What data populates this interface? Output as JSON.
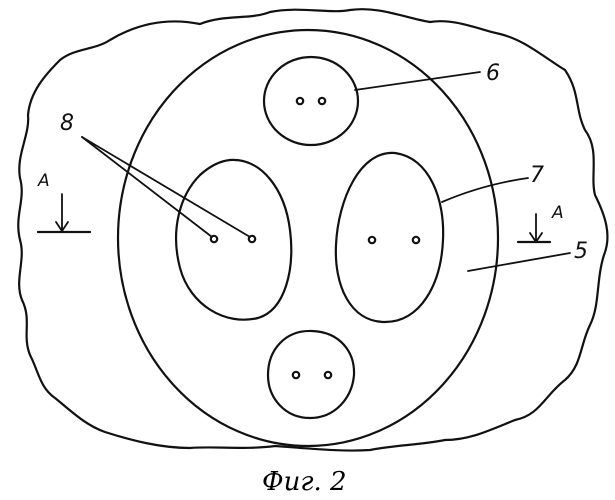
{
  "labels": {
    "part_5": "5",
    "part_6": "6",
    "part_7": "7",
    "part_8": "8",
    "section_left": "A",
    "section_right": "A"
  },
  "caption": "Фиг. 2"
}
